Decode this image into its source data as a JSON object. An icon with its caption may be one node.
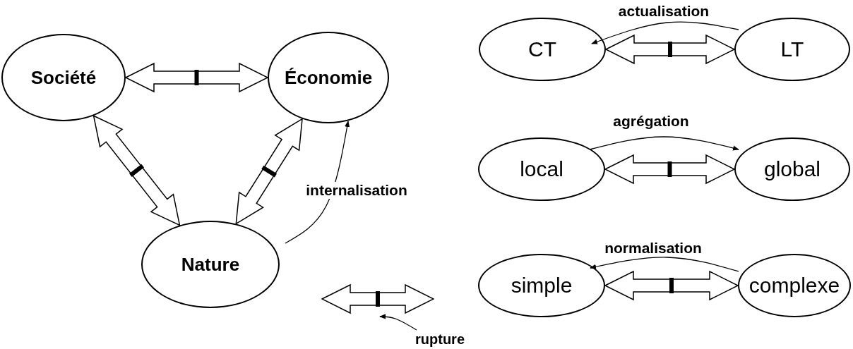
{
  "diagram": {
    "nodes": [
      {
        "text": [
          "Société"
        ]
      },
      {
        "text": [
          "Économie"
        ]
      },
      {
        "text": [
          "Nature"
        ]
      },
      {
        "text": [
          "CT"
        ]
      },
      {
        "text": [
          "LT"
        ]
      },
      {
        "text": [
          "local"
        ]
      },
      {
        "text": [
          "global"
        ]
      },
      {
        "text": [
          "simple"
        ]
      },
      {
        "text": [
          "complexe"
        ]
      },
      {
        "text": [],
        "shape": "arrow"
      },
      {
        "text": [
          "rupture"
        ]
      }
    ],
    "edges": [
      {
        "from": 0,
        "to": 1,
        "arrow": "both",
        "style": "thick"
      },
      {
        "from": 0,
        "to": 2,
        "arrow": "both",
        "style": "thick"
      },
      {
        "from": 1,
        "to": 2,
        "arrow": "both",
        "style": "thick"
      },
      {
        "from": 3,
        "to": 4,
        "arrow": "both",
        "style": "thick"
      },
      {
        "from": 5,
        "to": 6,
        "arrow": "both",
        "style": "thick"
      },
      {
        "from": 7,
        "to": 8,
        "arrow": "both",
        "style": "thick"
      },
      {
        "from": 2,
        "to": 1,
        "arrow": "to",
        "label": "internalisation"
      },
      {
        "from": 4,
        "to": 3,
        "arrow": "to",
        "label": "actualisation"
      },
      {
        "from": 5,
        "to": 6,
        "arrow": "to",
        "label": "agrégation"
      },
      {
        "from": 8,
        "to": 7,
        "arrow": "to",
        "label": "normalisation"
      },
      {
        "from": 10,
        "to": 9,
        "arrow": "to"
      }
    ]
  }
}
